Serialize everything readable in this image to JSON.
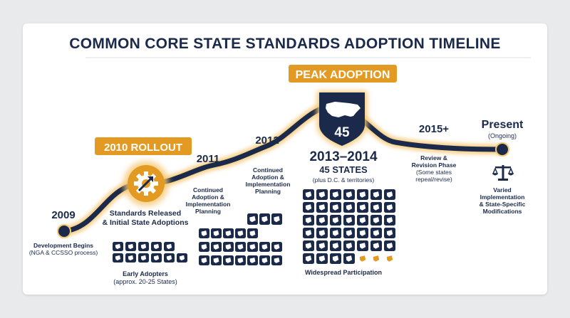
{
  "title": "COMMON CORE STATE STANDARDS ADOPTION TIMELINE",
  "colors": {
    "navy": "#1b2a4a",
    "gold": "#e5a12a",
    "glow": "#f6c874",
    "badge": "#e39a22",
    "line": "#dde0e5"
  },
  "peak": {
    "label": "PEAK ADOPTION",
    "count": "45",
    "icon": "usa-map-icon"
  },
  "rollout": {
    "label": "2010 ROLLOUT",
    "icon": "gear-arrow-icon"
  },
  "milestones": [
    {
      "year": "2009",
      "desc": [
        "Development Begins",
        "(NGA & CCSSO process)"
      ]
    },
    {
      "year": "",
      "desc": [
        "Standards Released",
        "& Initial State Adoptions"
      ]
    },
    {
      "year": "2011",
      "desc": [
        "Continued",
        "Adoption &",
        "Implementation",
        "Planning"
      ]
    },
    {
      "year": "2012",
      "desc": [
        "Continued",
        "Adoption &",
        "Implementation",
        "Planning"
      ]
    },
    {
      "year": "2013–2014",
      "sub": "45 STATES",
      "note": "(plus D.C. & territories)"
    },
    {
      "year": "2015+",
      "desc": [
        "Review &",
        "Revision Phase",
        "(Some states",
        "repeal/revise)"
      ]
    },
    {
      "year": "Present",
      "sub": "(Ongoing)",
      "desc": [
        "Varied",
        "Implementation",
        "& State-Specific",
        "Modifications"
      ],
      "icon": "scales-icon"
    }
  ],
  "groups": [
    {
      "caption": [
        "Early Adopters",
        "(approx. 20-25 States)"
      ]
    },
    {
      "caption": [
        "Widespread Participation"
      ]
    }
  ]
}
